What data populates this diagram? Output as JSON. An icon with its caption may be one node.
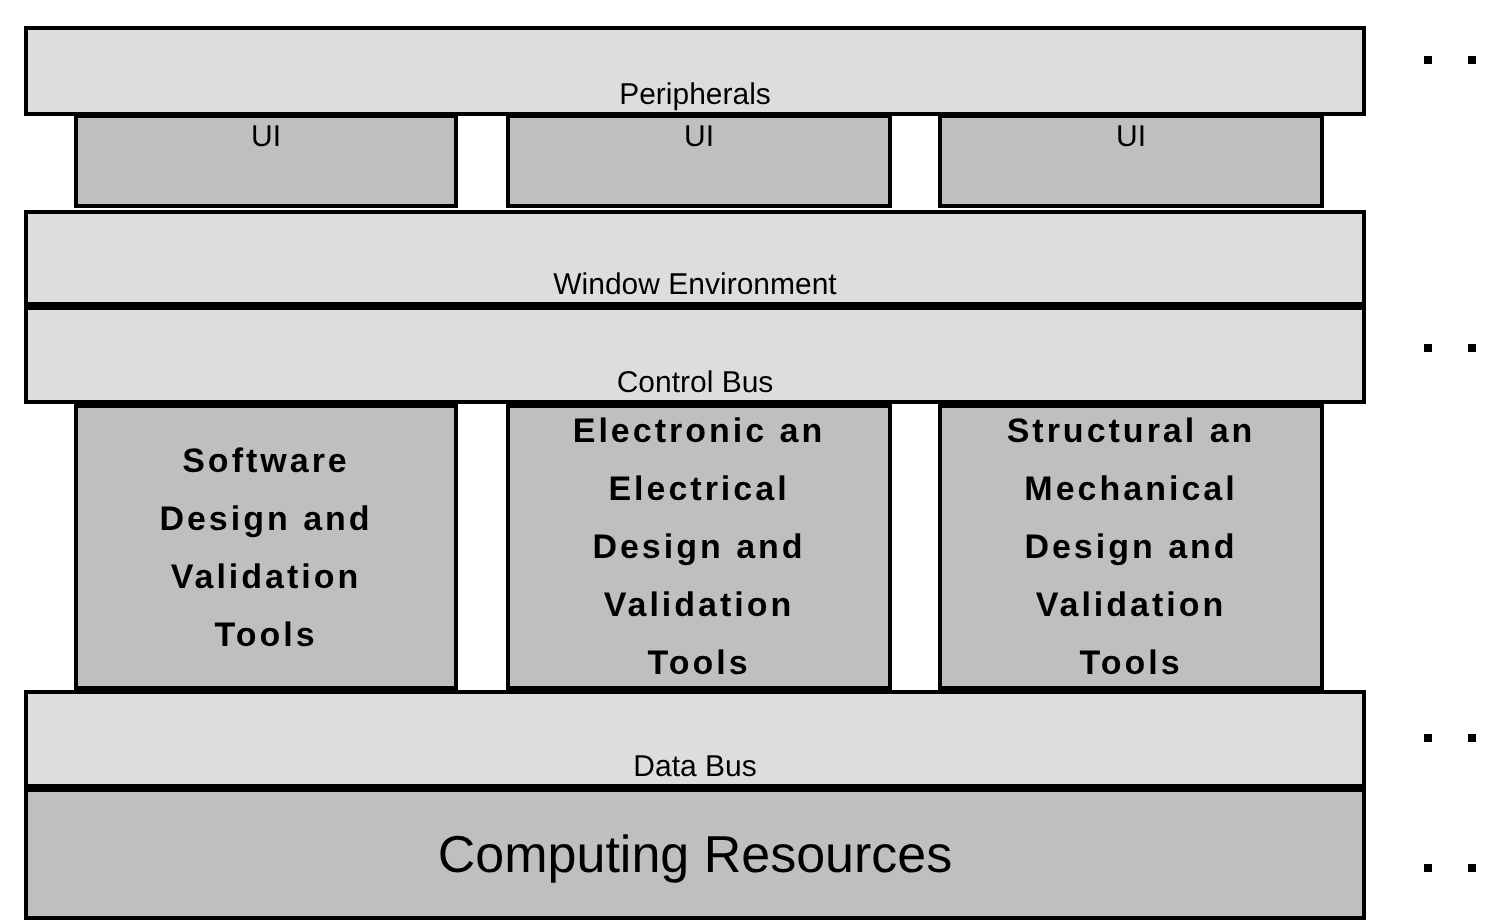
{
  "diagram": {
    "nodes": [
      {
        "text": [
          "Peripherals"
        ]
      },
      {
        "text": [
          "UI"
        ]
      },
      {
        "text": [
          "UI"
        ]
      },
      {
        "text": [
          "UI"
        ]
      },
      {
        "text": [
          "Window Environment"
        ]
      },
      {
        "text": [
          "Control Bus"
        ]
      },
      {
        "text": [
          "Software Design and Validation Tools"
        ]
      },
      {
        "text": [
          "Electronic an Electrical Design and Validation Tools"
        ]
      },
      {
        "text": [
          "Structural an Mechanical Design and Validation Tools"
        ]
      },
      {
        "text": [
          "Data Bus"
        ]
      },
      {
        "text": [
          "Computing Resources"
        ]
      }
    ]
  }
}
